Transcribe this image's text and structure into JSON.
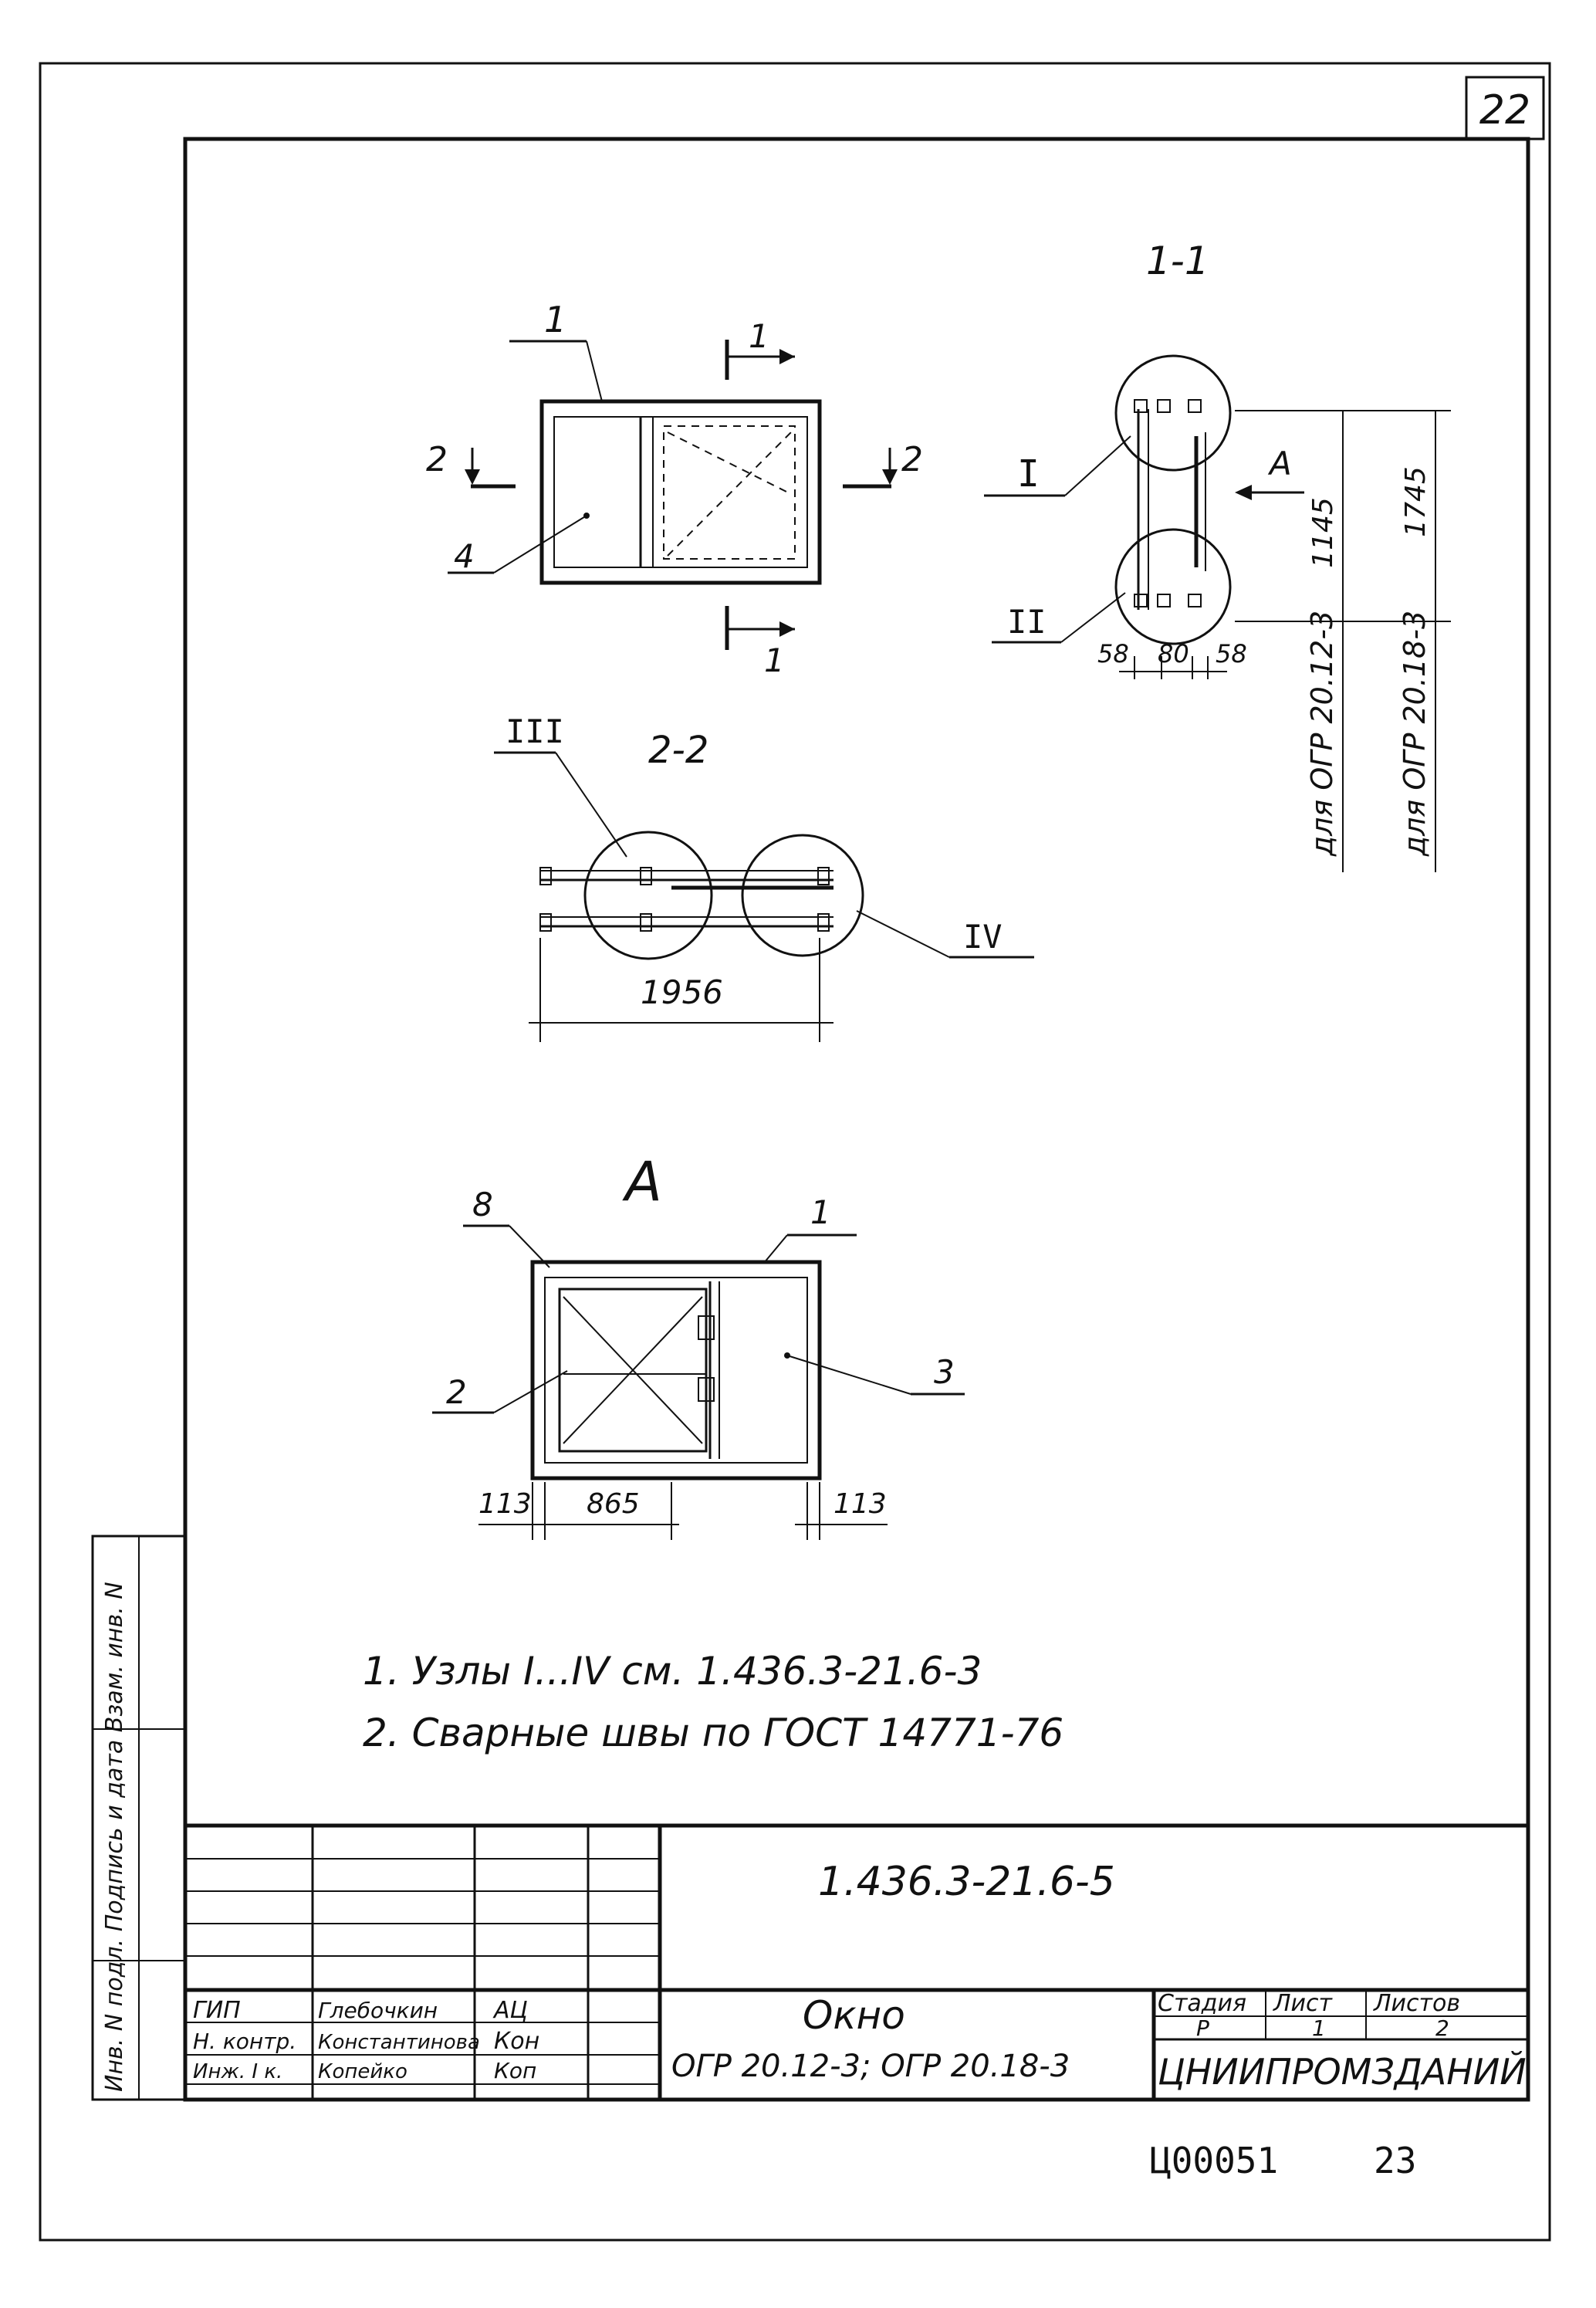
{
  "sheet": {
    "corner_number": "22",
    "bottom_code": "Ц00051",
    "bottom_page": "23"
  },
  "sections": {
    "sec1": "1-1",
    "sec2": "2-2",
    "view_a": "А"
  },
  "front_view": {
    "callout_1": "1",
    "callout_4": "4",
    "cut_1_top": "1",
    "cut_1_bottom": "1",
    "cut_2_left": "2",
    "cut_2_right": "2"
  },
  "section_1_1": {
    "node_I": "I",
    "node_II": "II",
    "arrow_a": "А",
    "dim_1145": "1145",
    "dim_1745": "1745",
    "dim_58_left": "58",
    "dim_80": "80",
    "dim_58_right": "58",
    "label_ogr12": "для ОГР 20.12-3",
    "label_ogr18": "для ОГР 20.18-3"
  },
  "section_2_2": {
    "node_III": "III",
    "node_IV": "IV",
    "dim_1956": "1956"
  },
  "view_a_drawing": {
    "callout_8": "8",
    "callout_1": "1",
    "callout_2": "2",
    "callout_3": "3",
    "dim_113_left": "113",
    "dim_865": "865",
    "dim_113_right": "113"
  },
  "notes": {
    "note1": "1. Узлы I...IV см. 1.436.3-21.6-3",
    "note2": "2. Сварные швы по ГОСТ 14771-76"
  },
  "side_strip": {
    "text": "Инв. N подл.   Подпись и дата   Взам. инв. N"
  },
  "title_block": {
    "code": "1.436.3-21.6-5",
    "name": "Окно",
    "marks": "ОГР 20.12-3; ОГР 20.18-3",
    "stage_header": "Стадия",
    "sheet_header": "Лист",
    "sheets_header": "Листов",
    "stage_value": "Р",
    "sheet_value": "1",
    "sheets_value": "2",
    "org": "ЦНИИПРОМЗДАНИЙ",
    "roles": [
      {
        "role": "ГИП",
        "name": "Глебочкин",
        "sign": "АЦ"
      },
      {
        "role": "Н. контр.",
        "name": "Константинова",
        "sign": "Кон"
      },
      {
        "role": "Инж. I к.",
        "name": "Копейко",
        "sign": "Коп"
      }
    ]
  }
}
